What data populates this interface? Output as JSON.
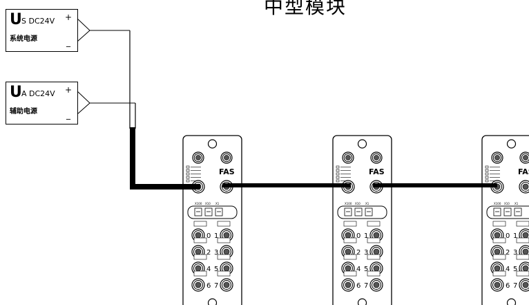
{
  "title": "中型模块",
  "supplies": [
    {
      "letter": "U",
      "subscript": "S",
      "voltage": "DC24V",
      "cn_label": "系统电源",
      "plus": "+",
      "minus": "_"
    },
    {
      "letter": "U",
      "subscript": "A",
      "voltage": "DC24V",
      "cn_label": "辅助电源",
      "plus": "+",
      "minus": "_"
    }
  ],
  "module": {
    "brand": "FAS",
    "switch_labels": [
      "X100",
      "X10",
      "X1"
    ],
    "port_numbers": [
      [
        "0",
        "1"
      ],
      [
        "2",
        "3"
      ],
      [
        "4",
        "5"
      ],
      [
        "6",
        "7"
      ]
    ],
    "count_visible": 3
  },
  "colors": {
    "line": "#000000",
    "module_fill": "#ffffff"
  }
}
